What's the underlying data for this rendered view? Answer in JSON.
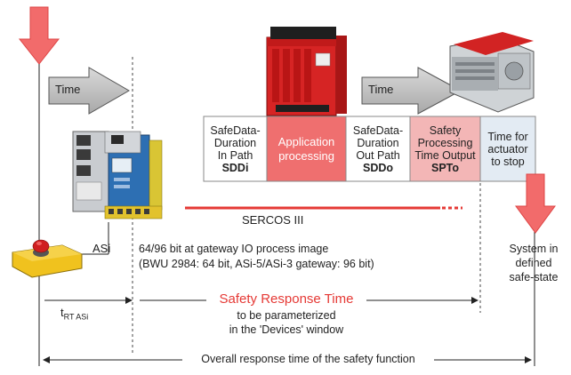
{
  "timeline": {
    "time_label_1": "Time",
    "time_label_2": "Time"
  },
  "phases": [
    {
      "line1": "SafeData-",
      "line2": "Duration",
      "line3": "In Path",
      "abbr": "SDDi",
      "color": "#ffffff",
      "text_color": "#222222"
    },
    {
      "line1": "Application",
      "line2": "processing",
      "line3": "",
      "abbr": "",
      "color": "#ef6f6f",
      "text_color": "#ffffff"
    },
    {
      "line1": "SafeData-",
      "line2": "Duration",
      "line3": "Out Path",
      "abbr": "SDDo",
      "color": "#ffffff",
      "text_color": "#222222"
    },
    {
      "line1": "Safety",
      "line2": "Processing",
      "line3": "Time Output",
      "abbr": "SPTo",
      "color": "#f3b6b6",
      "text_color": "#222222"
    },
    {
      "line1": "Time for",
      "line2": "actuator",
      "line3": "to stop",
      "abbr": "",
      "color": "#e3ebf3",
      "text_color": "#222222"
    }
  ],
  "bus_label": "SERCOS III",
  "asi_label": "ASi",
  "gateway_note": {
    "line1": "64/96 bit at gateway IO process image",
    "line2": "(BWU 2984: 64 bit, ASi-5/ASi-3 gateway: 96 bit)"
  },
  "end_state": {
    "line1": "System in",
    "line2": "defined",
    "line3": "safe-state"
  },
  "t_rt": {
    "main": "t",
    "sub": "RT ASi"
  },
  "safety_response": {
    "title": "Safety Response Time",
    "sub1": "to be parameterized",
    "sub2": "in the 'Devices' window"
  },
  "overall_label": "Overall response time of the safety function",
  "colors": {
    "accent_red": "#e53935",
    "arrow_red": "#f26b6b",
    "grey_arrow": "#b9b9b9"
  }
}
